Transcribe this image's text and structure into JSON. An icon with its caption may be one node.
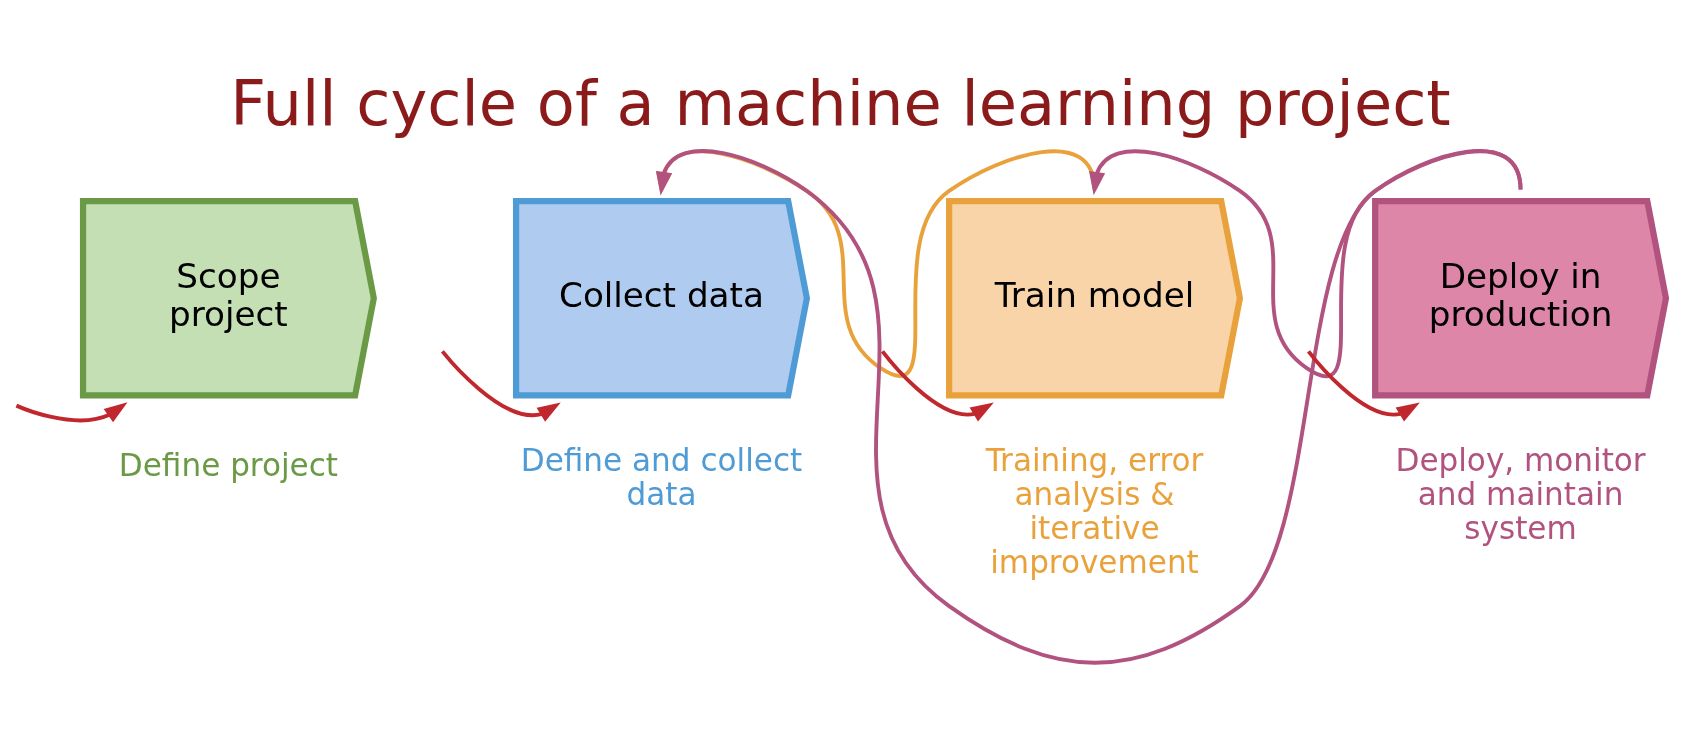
{
  "diagram": {
    "title": "Full cycle of a machine learning project",
    "nodes": [
      {
        "text": [
          "Scope project"
        ],
        "beside": [
          "Define project"
        ]
      },
      {
        "text": [
          "Collect data"
        ],
        "beside": [
          "Define and collect data"
        ]
      },
      {
        "text": [
          "Train model"
        ],
        "beside": [
          "Training, error analysis & iterative improvement"
        ]
      },
      {
        "text": [
          "Deploy in production"
        ],
        "beside": [
          "Deploy, monitor and maintain system"
        ]
      }
    ],
    "edges": [
      {
        "from": 2,
        "to": 1,
        "arrow": "to",
        "color": "#e9a23b"
      },
      {
        "from": 3,
        "to": 2,
        "arrow": "to",
        "color": "#b1527f"
      },
      {
        "from": 3,
        "to": 1,
        "arrow": "to",
        "color": "#b1527f"
      },
      {
        "from": null,
        "to": 0,
        "arrow": "to",
        "color": "#c0282d"
      },
      {
        "from": null,
        "to": 1,
        "arrow": "to",
        "color": "#c0282d"
      },
      {
        "from": null,
        "to": 2,
        "arrow": "to",
        "color": "#c0282d"
      },
      {
        "from": null,
        "to": 3,
        "arrow": "to",
        "color": "#c0282d"
      }
    ]
  }
}
